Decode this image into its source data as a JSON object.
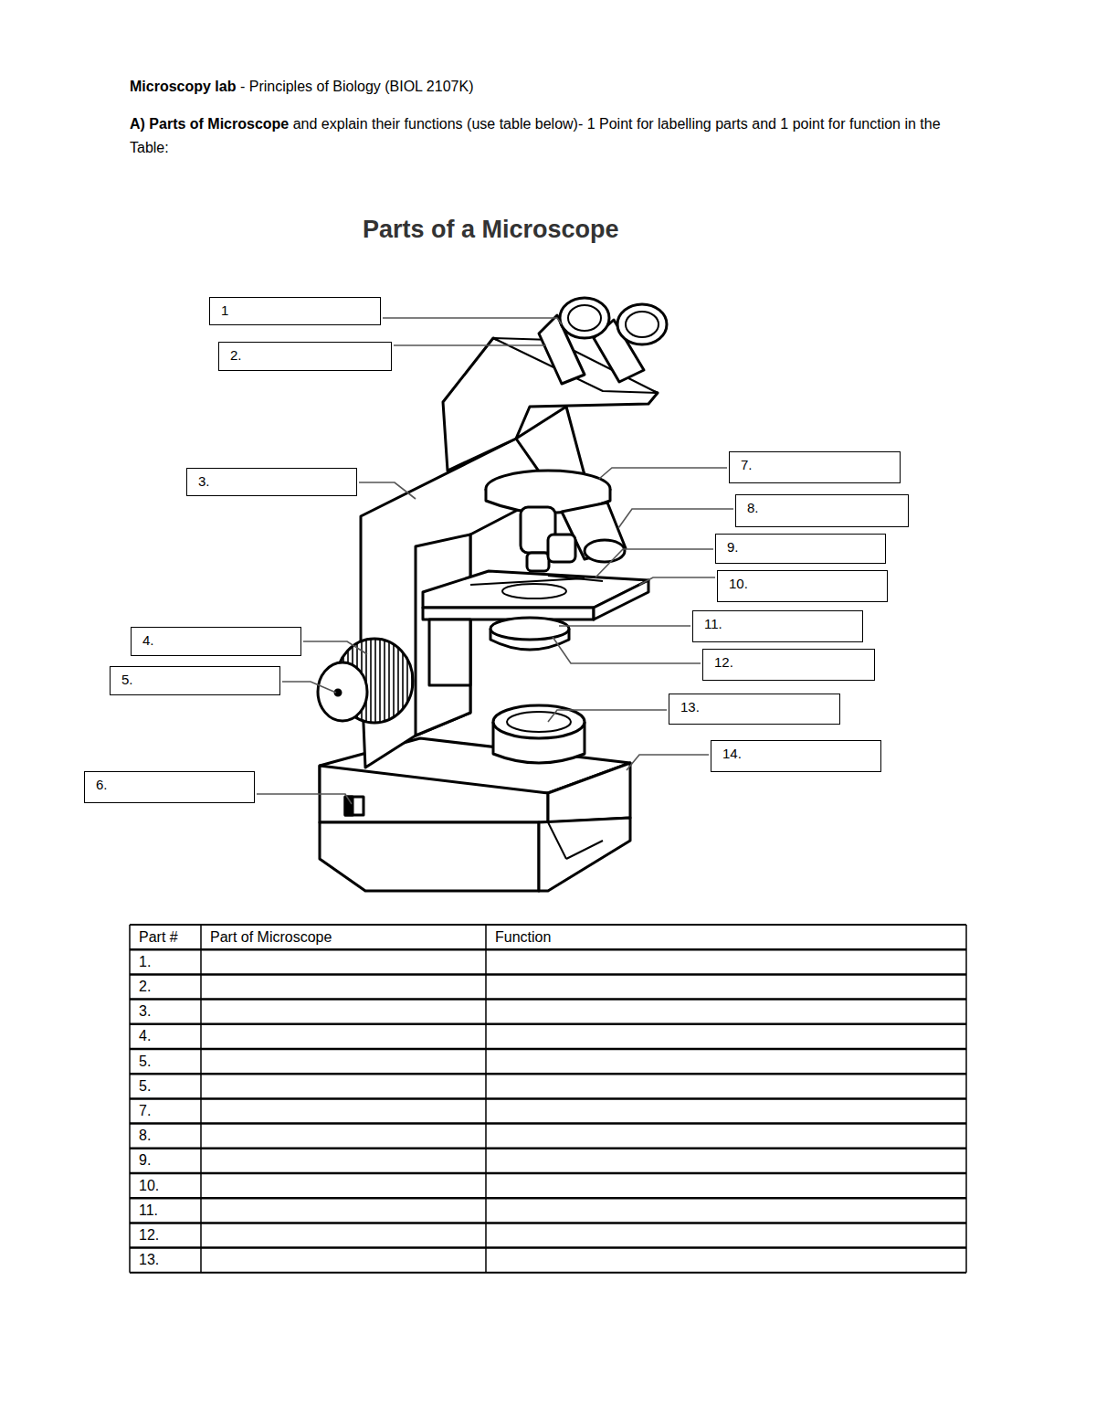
{
  "diagram": {
    "title": "Parts of a Microscope",
    "nodes": [
      {
        "text": [
          "1"
        ]
      },
      {
        "text": [
          "2."
        ]
      },
      {
        "text": [
          "3."
        ]
      },
      {
        "text": [
          "4."
        ]
      },
      {
        "text": [
          "5."
        ]
      },
      {
        "text": [
          "6."
        ]
      },
      {
        "text": [
          "7."
        ]
      },
      {
        "text": [
          "8."
        ]
      },
      {
        "text": [
          "9."
        ]
      },
      {
        "text": [
          "10."
        ]
      },
      {
        "text": [
          "11."
        ]
      },
      {
        "text": [
          "12."
        ]
      },
      {
        "text": [
          "13."
        ]
      },
      {
        "text": [
          "14."
        ]
      }
    ],
    "labels": [
      "Microscopy lab",
      "- Principles of Biology (BIOL 2107K)",
      "A) Parts of Microscope",
      "and explain their functions (use table below)- 1 Point for labelling parts and 1 point for function in the Table:",
      "Part #",
      "Part of Microscope",
      "Function",
      "1.",
      "2.",
      "3.",
      "4.",
      "5.",
      "5.",
      "7.",
      "8.",
      "9.",
      "10.",
      "11.",
      "12.",
      "13."
    ]
  }
}
